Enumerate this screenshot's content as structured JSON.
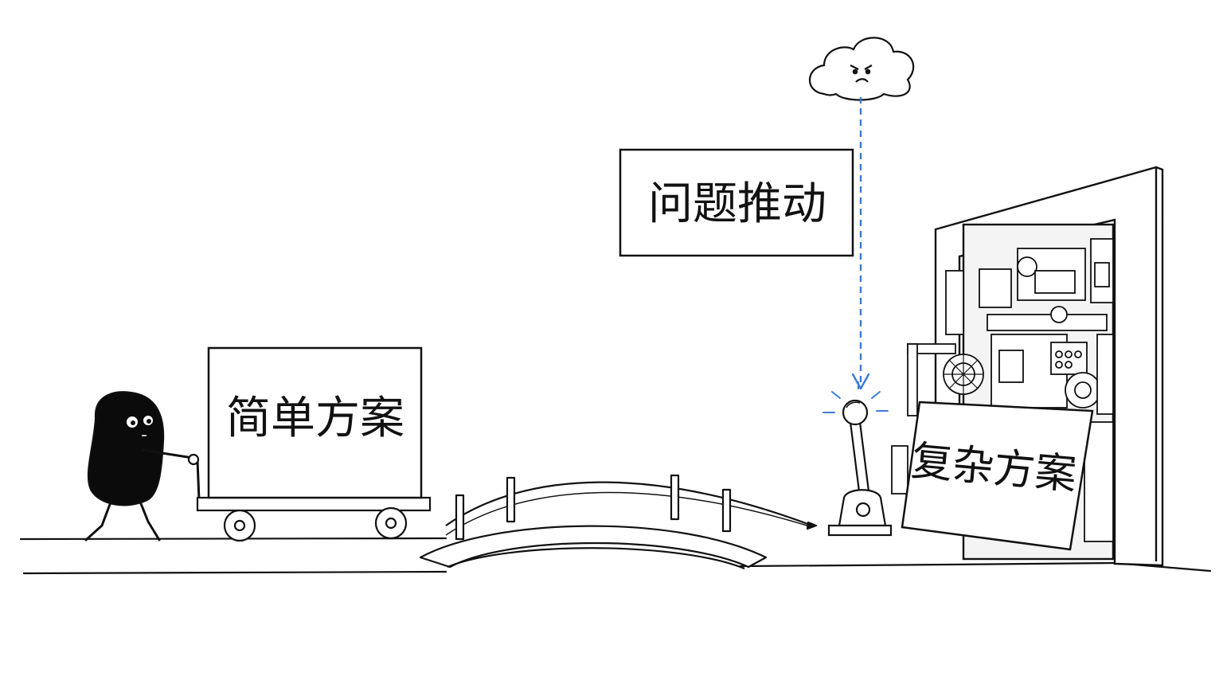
{
  "labels": {
    "simple": "简单方案",
    "problem": "问题推动",
    "complex": "复杂方案"
  },
  "colors": {
    "ink": "#111111",
    "accent": "#3a7bd5",
    "paper": "#ffffff"
  }
}
